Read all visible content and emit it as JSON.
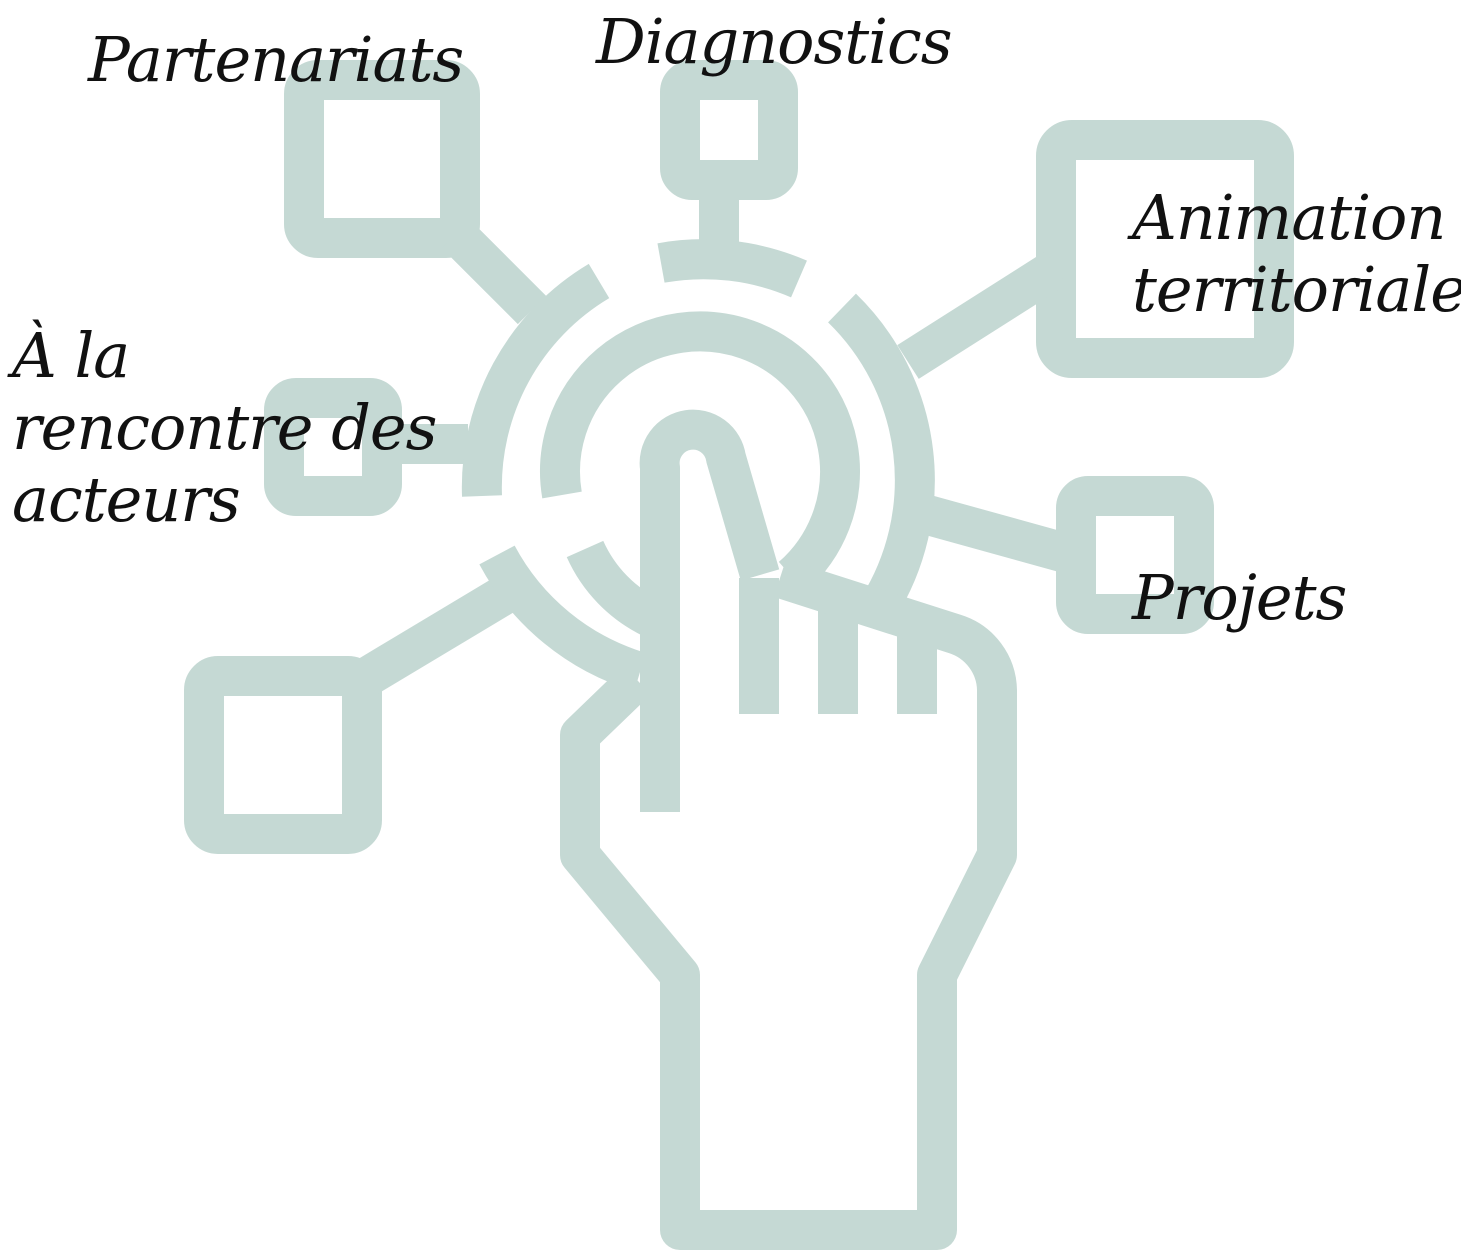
{
  "colors": {
    "icon_stroke": "#c5d9d4",
    "text": "#111111",
    "background": "#ffffff"
  },
  "icon": "hand-touching-network-hub-icon",
  "labels": {
    "partenariats": "Partenariats",
    "diagnostics": "Diagnostics",
    "animation_line1": "Animation",
    "animation_line2": "territoriale",
    "rencontre_line1": "À la",
    "rencontre_line2": "rencontre des",
    "rencontre_line3": "acteurs",
    "projets": "Projets"
  }
}
